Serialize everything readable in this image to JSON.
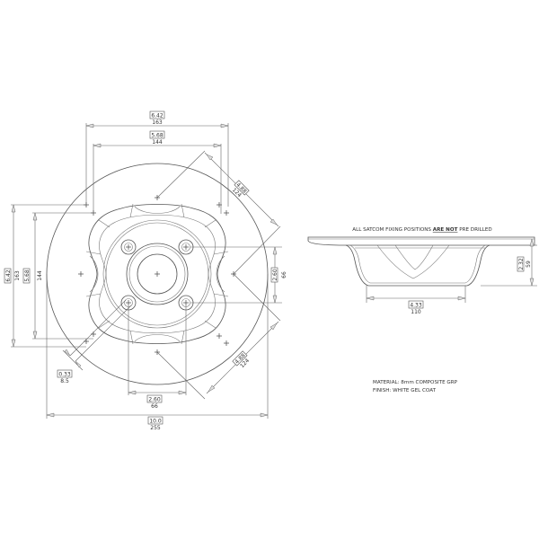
{
  "plan_view": {
    "dimensions": {
      "top_outer": {
        "inch": "6.42",
        "mm": "163"
      },
      "top_inner": {
        "inch": "5.68",
        "mm": "144"
      },
      "left_outer": {
        "inch": "6.42",
        "mm": "163"
      },
      "left_inner": {
        "inch": "5.68",
        "mm": "144"
      },
      "diag_upper": {
        "inch": "4.88",
        "mm": "124"
      },
      "diag_lower": {
        "inch": "4.88",
        "mm": "124"
      },
      "right_bolt": {
        "inch": "2.60",
        "mm": "66"
      },
      "bottom_bolt": {
        "inch": "2.60",
        "mm": "66"
      },
      "overall": {
        "inch": "10.0",
        "mm": "255"
      },
      "slot_width": {
        "inch": "0.33",
        "mm": "8.5"
      }
    }
  },
  "side_view": {
    "note_prefix": "ALL SATCOM FIXING POSITIONS ",
    "note_emphasis": "ARE NOT",
    "note_suffix": " PRE DRILLED",
    "dimensions": {
      "height": {
        "inch": "2.32",
        "mm": "59"
      },
      "base_width": {
        "inch": "4.33",
        "mm": "110"
      }
    }
  },
  "notes": {
    "material": "MATERIAL: 8mm COMPOSITE GRP",
    "finish": "FINISH: WHITE GEL COAT"
  }
}
